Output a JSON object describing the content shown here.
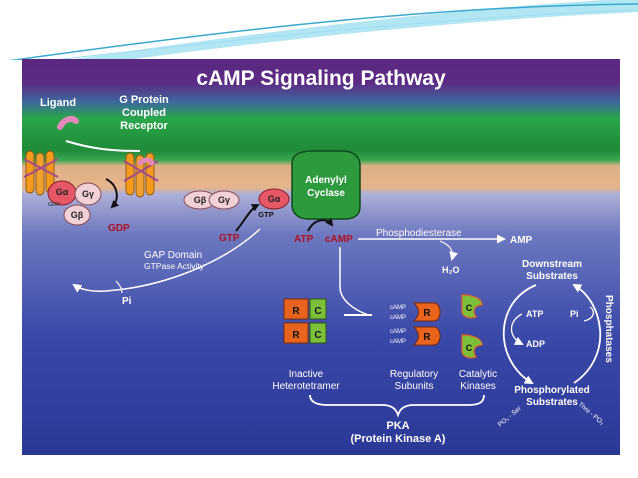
{
  "title": "cAMP Signaling Pathway",
  "labels": {
    "ligand": "Ligand",
    "receptor": [
      "G Protein",
      "Coupled",
      "Receptor"
    ],
    "galpha": "Gα",
    "gbeta": "Gβ",
    "ggamma": "Gγ",
    "gdp_small": "GDP",
    "gdp": "GDP",
    "gtp_small": "GTP",
    "gtp": "GTP",
    "adenylyl": [
      "Adenylyl",
      "Cyclase"
    ],
    "atp": "ATP",
    "camp": "cAMP",
    "phosphodiesterase": "Phosphodiesterase",
    "amp": "AMP",
    "h2o": "H₂O",
    "gap": [
      "GAP Domain",
      "GTPase Activity"
    ],
    "pi": "Pi",
    "r": "R",
    "c": "C",
    "camp_small": "cAMP",
    "inactive": [
      "Inactive",
      "Heterotetramer"
    ],
    "regulatory": [
      "Regulatory",
      "Subunits"
    ],
    "catalytic": [
      "Catalytic",
      "Kinases"
    ],
    "pka": [
      "PKA",
      "(Protein Kinase A)"
    ],
    "downstream": [
      "Downstream",
      "Substrates"
    ],
    "cycle_atp": "ATP",
    "cycle_pi": "Pi",
    "cycle_adp": "ADP",
    "phosphatases": "Phosphatases",
    "phosphorylated": [
      "Phosphorylated",
      "Substrates"
    ],
    "po3_ser": "PO₃ - Ser",
    "thre_po3": "Thre - PO₃"
  },
  "colors": {
    "purple_top": "#5b2a86",
    "green_band": "#2fae4a",
    "membrane": "#e8b68a",
    "blue_bottom": "#2f3a9a",
    "galpha_fill": "#e65868",
    "gbg_fill": "#f2d2d6",
    "regulatory": "#e8641e",
    "catalytic": "#7cbf3a",
    "adenylyl": "#2a8a3a"
  }
}
